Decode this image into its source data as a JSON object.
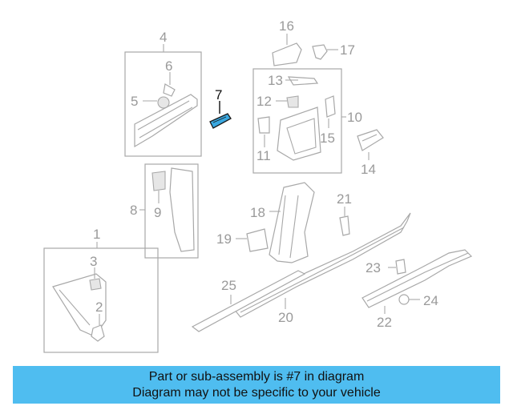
{
  "diagram": {
    "callouts": [
      "1",
      "2",
      "3",
      "4",
      "5",
      "6",
      "7",
      "8",
      "9",
      "10",
      "11",
      "12",
      "13",
      "14",
      "15",
      "16",
      "17",
      "18",
      "19",
      "20",
      "21",
      "22",
      "23",
      "24",
      "25"
    ],
    "highlighted_callout": "7",
    "colors": {
      "highlight_part": "#3aa8e0",
      "line_art": "#a8a8a8",
      "highlight_text": "#111111"
    }
  },
  "banner": {
    "line1": "Part or sub-assembly is #7 in diagram",
    "line2": "Diagram may not be specific to your vehicle",
    "background": "#4fbdf0"
  }
}
